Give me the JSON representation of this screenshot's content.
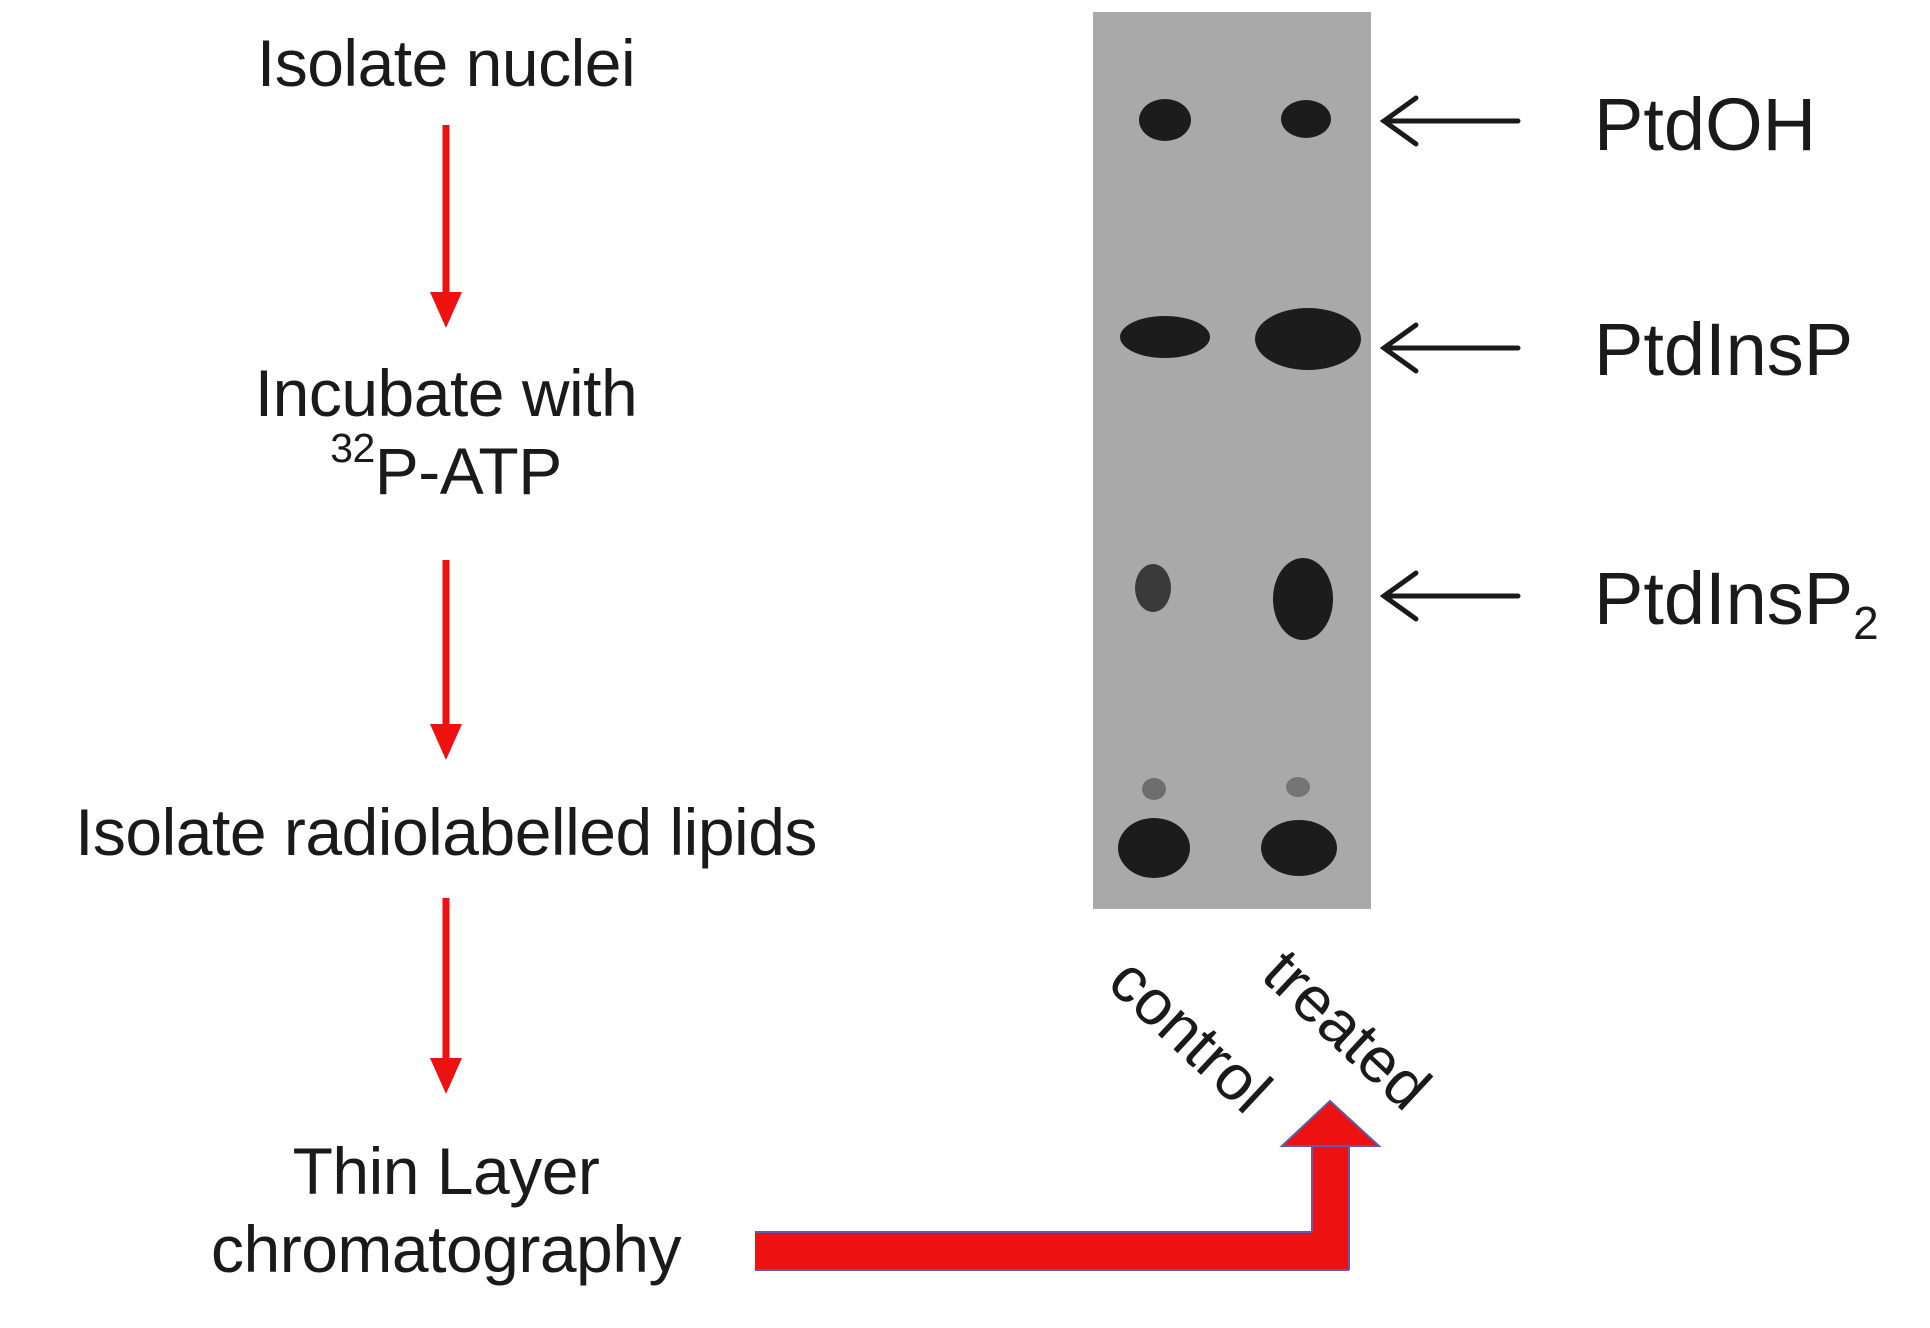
{
  "workflow": {
    "steps": [
      {
        "line1": "Isolate nuclei"
      },
      {
        "line1": "Incubate with",
        "line2_sup": "32",
        "line2": "P-ATP"
      },
      {
        "line1": "Isolate radiolabelled lipids"
      },
      {
        "line1": "Thin Layer",
        "line2": "chromatography"
      }
    ]
  },
  "tlc": {
    "bands": [
      {
        "label": "PtdOH",
        "sub": ""
      },
      {
        "label": "PtdInsP",
        "sub": ""
      },
      {
        "label": "PtdInsP",
        "sub": "2"
      }
    ],
    "lanes": [
      "control",
      "treated"
    ]
  },
  "colors": {
    "flow_arrow": "#ee1111",
    "gel_background": "#a9a9a9",
    "spot": "#1c1c1c",
    "text": "#1a1a1a",
    "pointer_arrow": "#1a1a1a"
  }
}
